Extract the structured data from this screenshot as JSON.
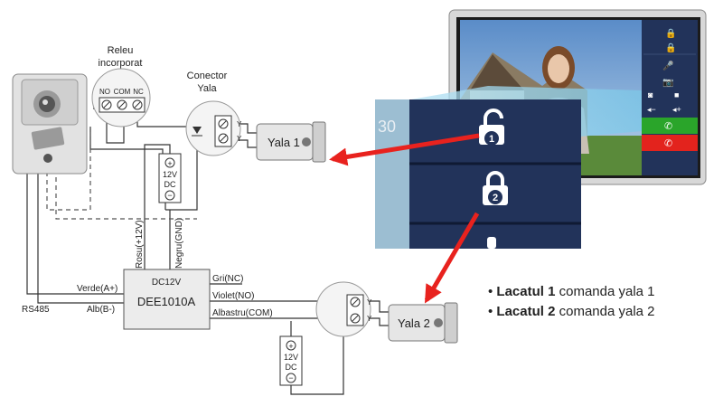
{
  "relay": {
    "title_line1": "Releu",
    "title_line2": "incorporat",
    "no": "NO",
    "com": "COM",
    "nc": "NC"
  },
  "connector": {
    "title_line1": "Conector",
    "title_line2": "Yala",
    "y": "Y"
  },
  "lock1": {
    "label": "Yala 1"
  },
  "lock2": {
    "label": "Yala 2"
  },
  "psu1": {
    "voltage": "12V",
    "type": "DC",
    "plus": "+",
    "minus": "−"
  },
  "psu2": {
    "voltage": "12V",
    "type": "DC",
    "plus": "+",
    "minus": "−"
  },
  "module": {
    "name": "DEE1010A",
    "dc": "DC12V",
    "wire_red": "Rosu(+12V)",
    "wire_black": "Negru(GND)",
    "green": "Verde(A+)",
    "white": "Alb(B-)",
    "rs485": "RS485",
    "gray": "Gri(NC)",
    "violet": "Violet(NO)",
    "blue": "Albastru(COM)"
  },
  "monitor": {
    "time_fragment": "30"
  },
  "legend": [
    {
      "bold": "Lacatul 1",
      "text": " comanda yala 1"
    },
    {
      "bold": "Lacatul 2",
      "text": " comanda yala 2"
    }
  ],
  "colors": {
    "arrow": "#e8221e",
    "panel": "#22335a",
    "accept": "#2aa52a",
    "hangup": "#e3231d"
  }
}
